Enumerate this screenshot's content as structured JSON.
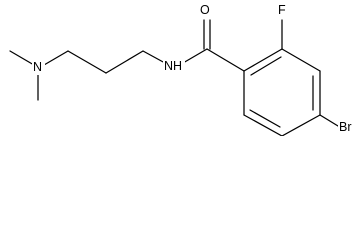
{
  "molecule": {
    "atoms": {
      "n_dimethylamino": "N",
      "n_amide": "NH",
      "o_carbonyl": "O",
      "f_ortho": "F",
      "br_para": "Br"
    }
  }
}
